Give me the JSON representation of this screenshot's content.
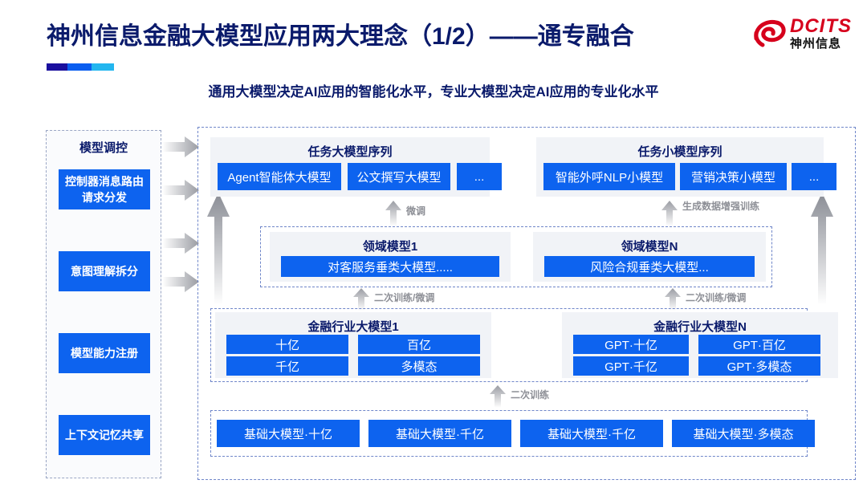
{
  "header": {
    "title": "神州信息金融大模型应用两大理念（1/2）——通专融合",
    "logo_brand": "DCITS",
    "logo_brand_cn": "神州信息",
    "logo_mark_name": "dcits-swirl-logo"
  },
  "subtitle": "通用大模型决定AI应用的智能化水平，专业大模型决定AI应用的专业化水平",
  "control_panel": {
    "title": "模型调控",
    "items": [
      {
        "label": "控制器消息路由请求分发"
      },
      {
        "label": "意图理解拆分"
      },
      {
        "label": "模型能力注册"
      },
      {
        "label": "上下文记忆共享"
      }
    ]
  },
  "task_panels": [
    {
      "title": "任务大模型序列",
      "boxes": [
        "Agent智能体大模型",
        "公文撰写大模型",
        "..."
      ]
    },
    {
      "title": "任务小模型序列",
      "boxes": [
        "智能外呼NLP小模型",
        "营销决策小模型",
        "..."
      ]
    }
  ],
  "domain_panels": [
    {
      "title": "领域模型1",
      "box": "对客服务垂类大模型....."
    },
    {
      "title": "领域模型N",
      "box": "风险合规垂类大模型..."
    }
  ],
  "industry_panels": [
    {
      "title": "金融行业大模型1",
      "boxes": [
        "十亿",
        "百亿",
        "千亿",
        "多模态"
      ]
    },
    {
      "title": "金融行业大模型N",
      "boxes": [
        "GPT·十亿",
        "GPT·百亿",
        "GPT·千亿",
        "GPT·多模态"
      ]
    }
  ],
  "base_models": [
    "基础大模型·十亿",
    "基础大模型·千亿",
    "基础大模型·千亿",
    "基础大模型·多模态"
  ],
  "arrow_labels": {
    "finetune_left": "微调",
    "gen_data_aug_right": "生成数据增强训练",
    "retrain_finetune_left": "二次训练/微调",
    "retrain_finetune_right": "二次训练/微调",
    "retrain_center": "二次训练"
  },
  "colors": {
    "accent_blue": "#0d63ef",
    "title_navy": "#0a1a6b",
    "logo_red": "#d6001c",
    "panel_grey": "#f1f3f7",
    "dashed_border": "#6f86c9",
    "arrow_grey": "#8d8f96"
  }
}
